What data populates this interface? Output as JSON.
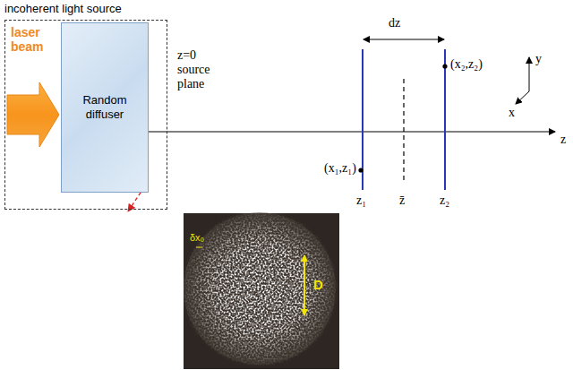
{
  "diagram": {
    "nodes": [
      {
        "text": [
          "incoherent light source"
        ]
      },
      {
        "text": [
          "Random diffuser"
        ],
        "in": 0
      }
    ],
    "labels": [
      "laser beam",
      "z=0 source plane",
      "dz",
      "(x₁,z₁)",
      "(x₂,z₂)",
      "z₁",
      "z̄",
      "z₂",
      "y",
      "x",
      "z",
      "δx₀",
      "D"
    ]
  }
}
